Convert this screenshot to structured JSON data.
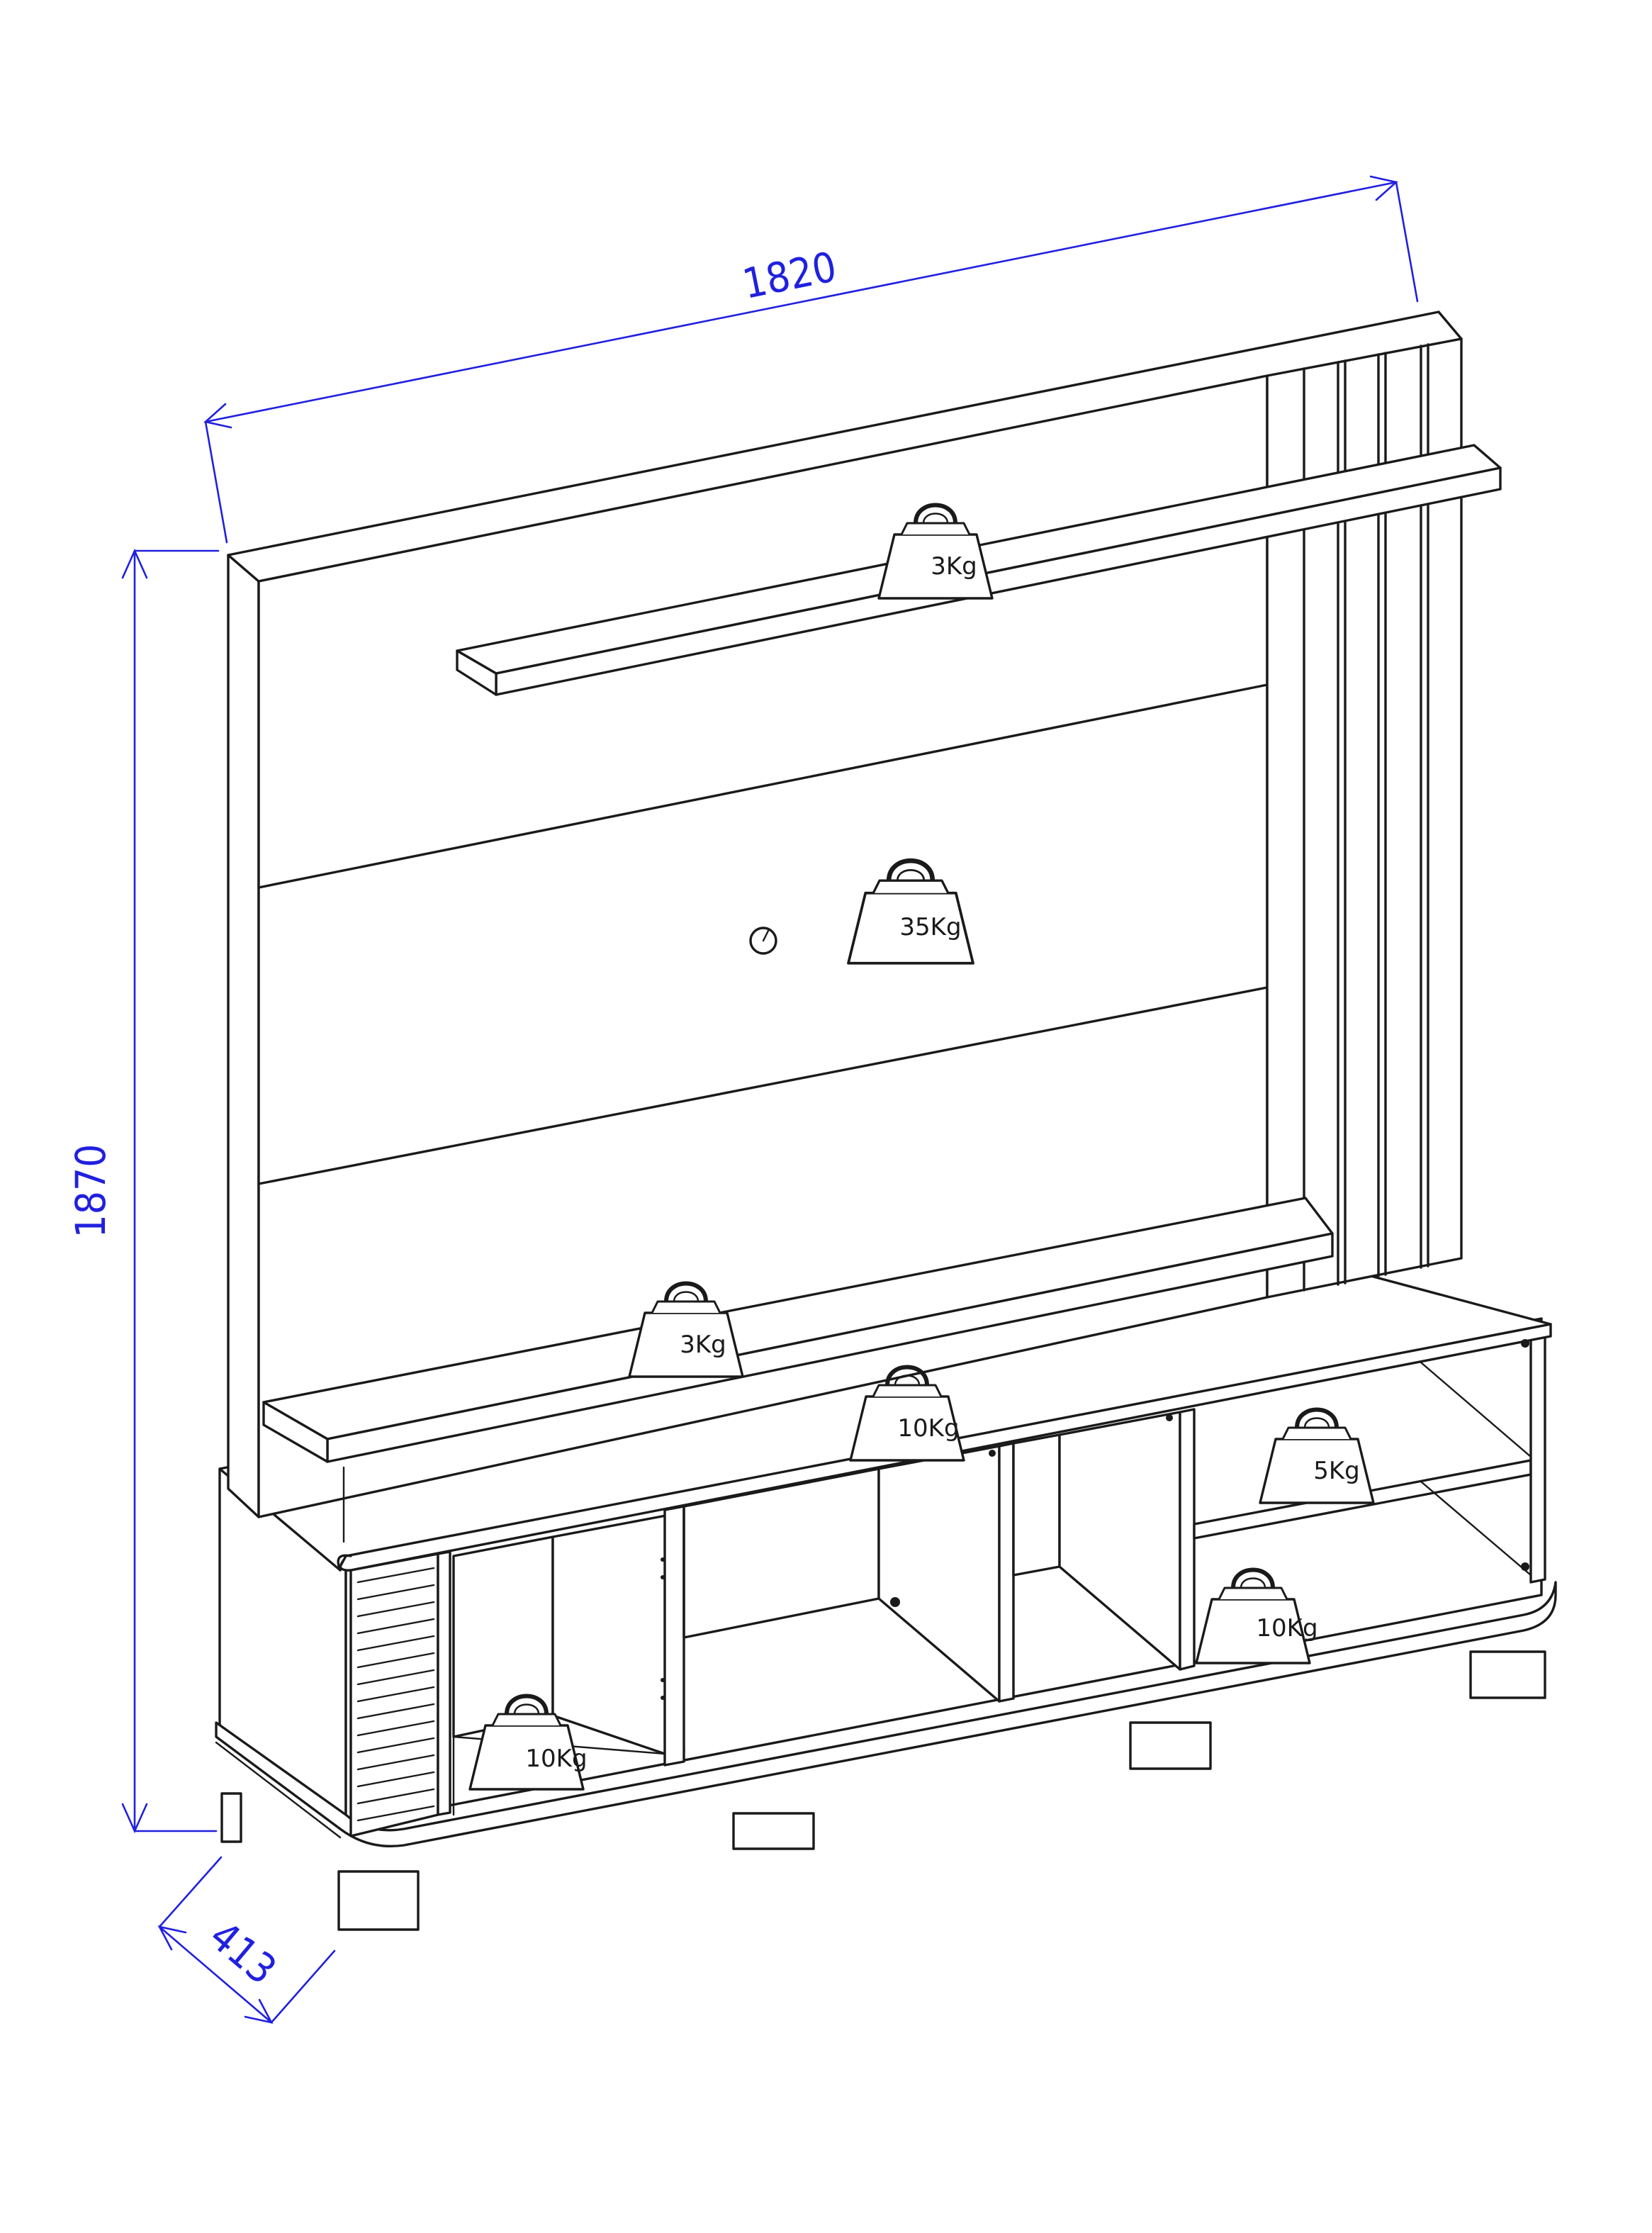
{
  "dimensions": {
    "width": "1820",
    "height": "1870",
    "depth": "413"
  },
  "colors": {
    "dimension_line": "#2020e0",
    "drawing_line": "#1a1a1a",
    "background": "#ffffff"
  },
  "load_labels": {
    "top_shelf": "3Kg",
    "tv_panel": "35Kg",
    "middle_shelf": "3Kg",
    "rack_top": "10Kg",
    "right_small_shelf": "5Kg",
    "right_bottom_niche": "10Kg",
    "left_bottom_niche": "10Kg"
  }
}
